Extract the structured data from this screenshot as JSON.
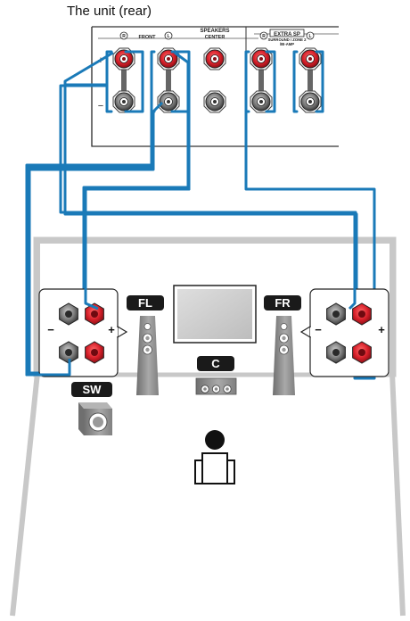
{
  "caption": "The unit (rear)",
  "unit_panel": {
    "speakers_label": "SPEAKERS",
    "center_label": "CENTER",
    "front_label": "FRONT",
    "extra_sp_label": "EXTRA SP",
    "surround_zone_label": "SURROUND / ZONE 2",
    "bi_amp_label": "/BI-AMP",
    "right_mark": "R",
    "left_mark": "L",
    "plus_mark": "+",
    "minus_mark": "−"
  },
  "speakers": {
    "front_left": "FL",
    "front_right": "FR",
    "center": "C",
    "subwoofer": "SW"
  },
  "polarity": {
    "plus": "+",
    "minus": "−"
  },
  "colors": {
    "wire": "#1a7ab8",
    "terminal_red": "#d8202a",
    "terminal_gray": "#7d7d7d",
    "room_outline": "#c8c8c8",
    "label_box": "#1a1a1a",
    "speaker_body": "#8c8c8c"
  }
}
